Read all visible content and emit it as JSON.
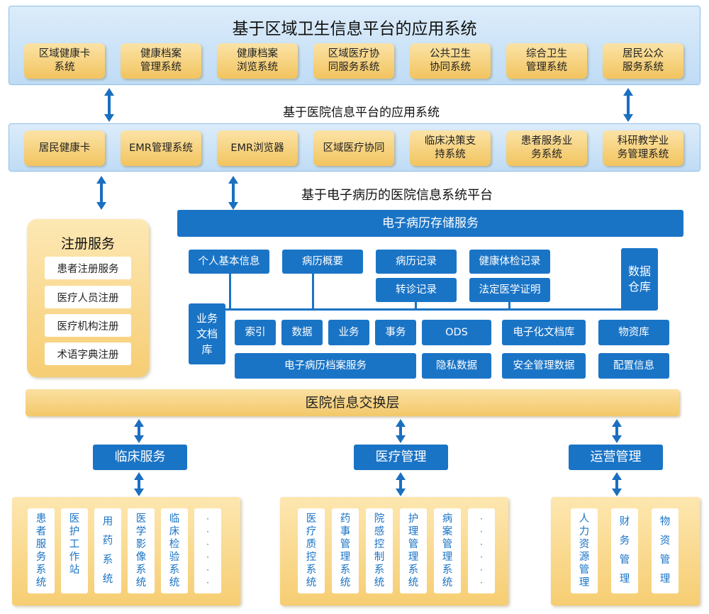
{
  "regional": {
    "title": "基于区域卫生信息平台的应用系统",
    "items": [
      "区域健康卡\n系统",
      "健康档案\n管理系统",
      "健康档案\n浏览系统",
      "区域医疗协\n同服务系统",
      "公共卫生\n协同系统",
      "综合卫生\n管理系统",
      "居民公众\n服务系统"
    ]
  },
  "hospital_apps": {
    "title": "基于医院信息平台的应用系统",
    "items": [
      "居民健康卡",
      "EMR管理系统",
      "EMR浏览器",
      "区域医疗协同",
      "临床决策支\n持系统",
      "患者服务业\n务系统",
      "科研教学业\n务管理系统"
    ]
  },
  "emr_platform": {
    "title": "基于电子病历的医院信息系统平台",
    "storage": "电子病历存储服务",
    "top_boxes": [
      "个人基本信息",
      "病历概要",
      "病历记录",
      "健康体检记录"
    ],
    "second_row": [
      "转诊记录",
      "法定医学证明"
    ],
    "warehouse": "数据\n仓库",
    "business_archive": "业务\n文档\n库",
    "row1": [
      "索引",
      "数据",
      "业务",
      "事务",
      "ODS",
      "电子化文档库",
      "物资库"
    ],
    "row2": [
      "电子病历档案服务",
      "隐私数据",
      "安全管理数据",
      "配置信息"
    ]
  },
  "registration": {
    "title": "注册服务",
    "items": [
      "患者注册服务",
      "医疗人员注册",
      "医疗机构注册",
      "术语字典注册"
    ]
  },
  "exchange_layer": "医院信息交换层",
  "groups": [
    {
      "label": "临床服务",
      "items": [
        "患者服务系统",
        "医护工作站",
        "用药系统",
        "医学影像系统",
        "临床检验系统"
      ]
    },
    {
      "label": "医疗管理",
      "items": [
        "医疗质控系统",
        "药事管理系统",
        "院感控制系统",
        "护理管理系统",
        "病案管理系统"
      ]
    },
    {
      "label": "运营管理",
      "items": [
        "人力资源管理",
        "财务管理",
        "物资管理"
      ]
    }
  ],
  "more_marker": "······",
  "colors": {
    "blue": "#1a74c6",
    "band": "#bfdcf5",
    "yellow": "#f2c45f"
  }
}
